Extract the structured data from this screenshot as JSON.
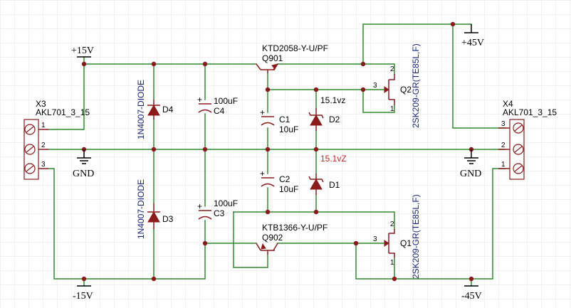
{
  "colors": {
    "wire": "#2e8b2e",
    "component": "#8b1a1a",
    "label": "#1a237e",
    "highlight": "#c62828",
    "grid": "#e6e6e6"
  },
  "rails": {
    "plus15": "+15V",
    "minus15": "-15V",
    "plus45": "+45V",
    "minus45": "-45V",
    "gnd": "GND"
  },
  "x3": {
    "ref": "X3",
    "value": "AKL701_3_15",
    "pins": [
      "1",
      "2",
      "3"
    ]
  },
  "x4": {
    "ref": "X4",
    "value": "AKL701_3_15",
    "pins": [
      "3",
      "2",
      "1"
    ]
  },
  "d4": {
    "ref": "D4",
    "value": "1N4007-DIODE"
  },
  "d3": {
    "ref": "D3",
    "value": "1N4007-DIODE"
  },
  "c4": {
    "ref": "C4",
    "value": "100uF"
  },
  "c3": {
    "ref": "C3",
    "value": "100uF"
  },
  "c1": {
    "ref": "C1",
    "value": "10uF"
  },
  "c2": {
    "ref": "C2",
    "value": "10uF"
  },
  "d2": {
    "ref": "D2",
    "value": "15.1vz"
  },
  "d1": {
    "ref": "D1",
    "value": "15.1vZ"
  },
  "q901": {
    "ref": "Q901",
    "value": "KTD2058-Y-U/PF"
  },
  "q902": {
    "ref": "Q902",
    "value": "KTB1366-Y-U/PF"
  },
  "q2": {
    "ref": "Q2",
    "value": "2SK209-GR(TE85L,F)",
    "pins": [
      "3",
      "2",
      "1"
    ]
  },
  "q1": {
    "ref": "Q1",
    "value": "2SK209-GR(TE85L,F)",
    "pins": [
      "3",
      "2",
      "1"
    ]
  },
  "plus_sign": "+"
}
